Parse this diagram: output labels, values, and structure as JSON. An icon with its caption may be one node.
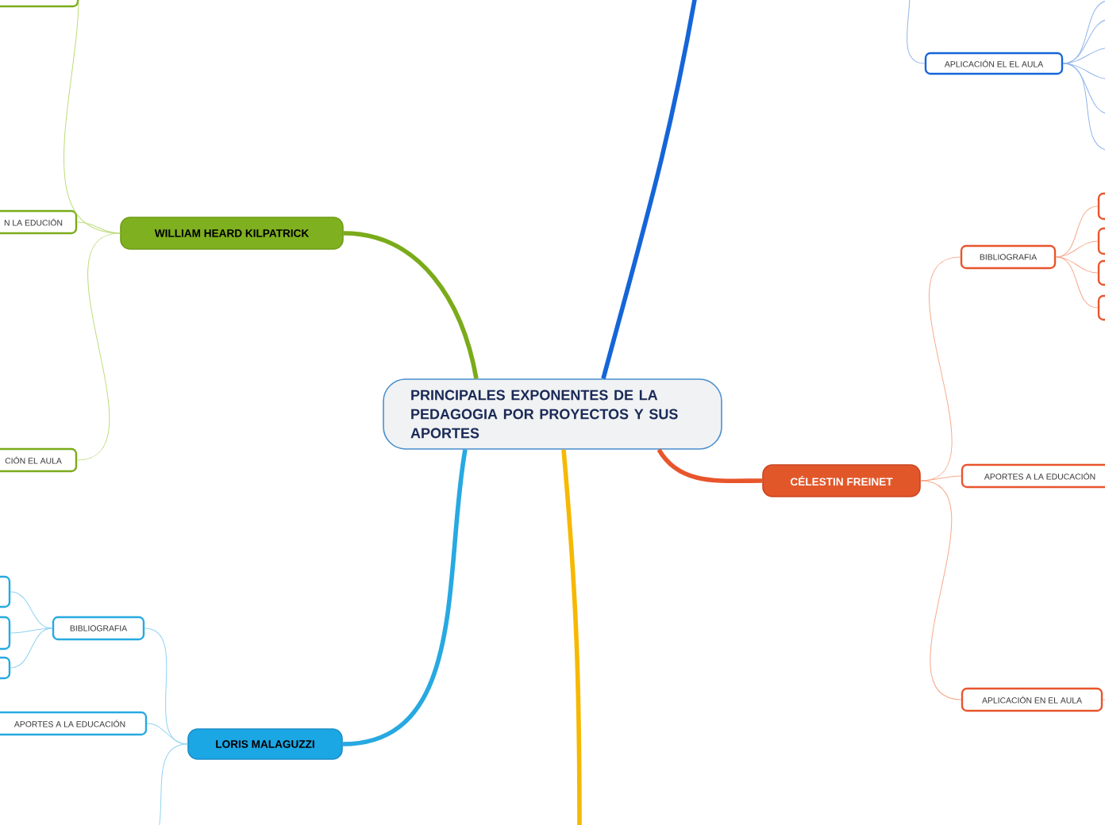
{
  "diagram": {
    "nodes": [
      {
        "text": [
          "PRINCIPALES EXPONENTES DE LA PEDAGOGIA POR PROYECTOS Y SUS APORTES"
        ]
      },
      {
        "text": [
          "WILLIAM HEARD KILPATRICK"
        ]
      },
      {
        "text": [],
        "shape": "box"
      },
      {
        "text": [
          "N LA EDUCIÓN"
        ]
      },
      {
        "text": [
          "CIÓN EL AULA"
        ]
      },
      {
        "text": [
          "LORIS MALAGUZZI"
        ]
      },
      {
        "text": [
          "BIBLIOGRAFIA"
        ]
      },
      {
        "text": [],
        "shape": "box"
      },
      {
        "text": [],
        "shape": "box"
      },
      {
        "text": [],
        "shape": "box"
      },
      {
        "text": [
          "APORTES A LA EDUCACIÓN"
        ]
      },
      {
        "text": [
          "APLICACIÓN EL EL AULA"
        ]
      },
      {
        "text": [
          "CÉLESTIN FREINET"
        ]
      },
      {
        "text": [
          "BIBLIOGRAFIA"
        ]
      },
      {
        "text": [],
        "shape": "box"
      },
      {
        "text": [],
        "shape": "box"
      },
      {
        "text": [],
        "shape": "box"
      },
      {
        "text": [],
        "shape": "box"
      },
      {
        "text": [
          "APORTES A LA EDUCACIÓN"
        ]
      },
      {
        "text": [
          "APLICACIÓN EN EL AULA"
        ]
      }
    ],
    "edges": [
      {
        "from": 0,
        "to": 1,
        "arrow": "none",
        "style": "thick",
        "color": "#7aab1a"
      },
      {
        "from": 0,
        "to": 5,
        "arrow": "none",
        "style": "thick",
        "color": "#27a9e1"
      },
      {
        "from": 0,
        "to": 12,
        "arrow": "none",
        "style": "thick",
        "color": "#e8552c"
      },
      {
        "from": 0,
        "to": null,
        "arrow": "none",
        "style": "thick",
        "color": "#1565d8"
      },
      {
        "from": 0,
        "to": null,
        "arrow": "none",
        "style": "thick",
        "color": "#f6b800"
      },
      {
        "from": 1,
        "to": 2,
        "arrow": "none",
        "color": "#bcdc7a"
      },
      {
        "from": 1,
        "to": 3,
        "arrow": "none",
        "color": "#bcdc7a"
      },
      {
        "from": 1,
        "to": 4,
        "arrow": "none",
        "color": "#bcdc7a"
      },
      {
        "from": 5,
        "to": 6,
        "arrow": "none",
        "color": "#8fd3f2"
      },
      {
        "from": 5,
        "to": 10,
        "arrow": "none",
        "color": "#8fd3f2"
      },
      {
        "from": 5,
        "to": null,
        "arrow": "none",
        "color": "#8fd3f2"
      },
      {
        "from": 6,
        "to": 7,
        "arrow": "none",
        "color": "#8fd3f2"
      },
      {
        "from": 6,
        "to": 8,
        "arrow": "none",
        "color": "#8fd3f2"
      },
      {
        "from": 6,
        "to": 9,
        "arrow": "none",
        "color": "#8fd3f2"
      },
      {
        "from": null,
        "to": 11,
        "arrow": "none",
        "color": "#8fb4ec"
      },
      {
        "from": 11,
        "to": null,
        "arrow": "none",
        "color": "#8fb4ec"
      },
      {
        "from": 11,
        "to": null,
        "arrow": "none",
        "color": "#8fb4ec"
      },
      {
        "from": 11,
        "to": null,
        "arrow": "none",
        "color": "#8fb4ec"
      },
      {
        "from": 11,
        "to": null,
        "arrow": "none",
        "color": "#8fb4ec"
      },
      {
        "from": 11,
        "to": null,
        "arrow": "none",
        "color": "#8fb4ec"
      },
      {
        "from": 11,
        "to": null,
        "arrow": "none",
        "color": "#8fb4ec"
      },
      {
        "from": 12,
        "to": 13,
        "arrow": "none",
        "color": "#f7a98d"
      },
      {
        "from": 12,
        "to": 18,
        "arrow": "none",
        "color": "#f7a98d"
      },
      {
        "from": 12,
        "to": 19,
        "arrow": "none",
        "color": "#f7a98d"
      },
      {
        "from": 13,
        "to": 14,
        "arrow": "none",
        "color": "#f7a98d"
      },
      {
        "from": 13,
        "to": 15,
        "arrow": "none",
        "color": "#f7a98d"
      },
      {
        "from": 13,
        "to": 16,
        "arrow": "none",
        "color": "#f7a98d"
      },
      {
        "from": 13,
        "to": 17,
        "arrow": "none",
        "color": "#f7a98d"
      },
      {
        "from": 19,
        "to": null,
        "arrow": "none",
        "color": "#f7a98d"
      }
    ]
  }
}
